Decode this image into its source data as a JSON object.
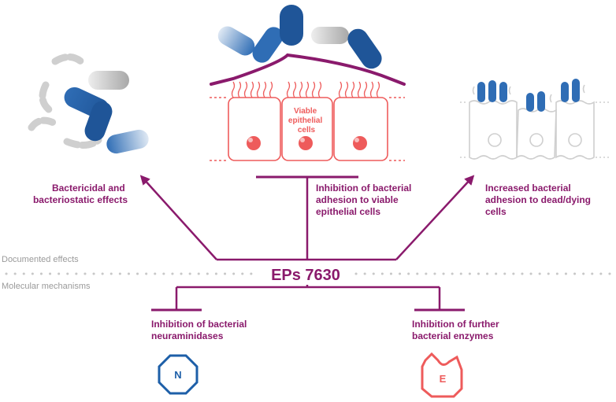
{
  "center_label": "EPs 7630",
  "sections": {
    "top": "Documented effects",
    "bottom": "Molecular mechanisms"
  },
  "effects": {
    "left": [
      "Bactericidal and",
      "bacteriostatic effects"
    ],
    "middle": [
      "Inhibition of bacterial",
      "adhesion to viable",
      "epithelial cells"
    ],
    "right": [
      "Increased bacterial",
      "adhesion to dead/dying",
      "cells"
    ]
  },
  "cells_label": [
    "Viable",
    "epithelial",
    "cells"
  ],
  "mechanisms": {
    "left": [
      "Inhibition of bacterial",
      "neuraminidases"
    ],
    "right": [
      "Inhibition of further",
      "bacterial enzymes"
    ]
  },
  "enzyme_icons": {
    "left": "N",
    "right": "E"
  },
  "colors": {
    "accent": "#8a1a6c",
    "bacteria_blue": "#2f6db5",
    "cell_red": "#ee5b5b",
    "enzyme_blue": "#1d5fa8",
    "grey": "#c8c8c8"
  }
}
